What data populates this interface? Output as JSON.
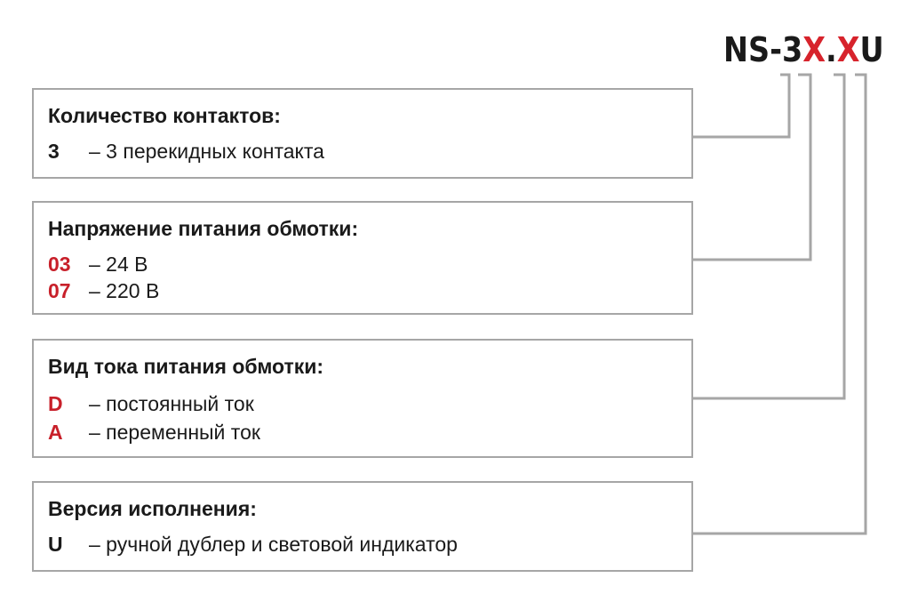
{
  "code": {
    "parts": [
      {
        "text": "NS-3",
        "red": false
      },
      {
        "text": "X",
        "red": true
      },
      {
        "text": ".",
        "red": false
      },
      {
        "text": "X",
        "red": true
      },
      {
        "text": "U",
        "red": false
      }
    ]
  },
  "boxes": [
    {
      "title": "Количество контактов:",
      "rows": [
        {
          "key": "3",
          "desc": "– 3 перекидных контакта",
          "key_red": false
        }
      ]
    },
    {
      "title": "Напряжение питания обмотки:",
      "rows": [
        {
          "key": "03",
          "desc": "– 24 В",
          "key_red": true
        },
        {
          "key": "07",
          "desc": "– 220 В",
          "key_red": true
        }
      ]
    },
    {
      "title": "Вид тока питания обмотки:",
      "rows": [
        {
          "key": "D",
          "desc": "– постоянный ток",
          "key_red": true
        },
        {
          "key": "A",
          "desc": "– переменный ток",
          "key_red": true
        }
      ]
    },
    {
      "title": "Версия исполнения:",
      "rows": [
        {
          "key": "U",
          "desc": "– ручной дублер и световой индикатор",
          "key_red": false
        }
      ]
    }
  ],
  "colors": {
    "accent_red": "#c8202a",
    "connector_gray": "#a6a6a6",
    "text": "#1a1a1a"
  }
}
